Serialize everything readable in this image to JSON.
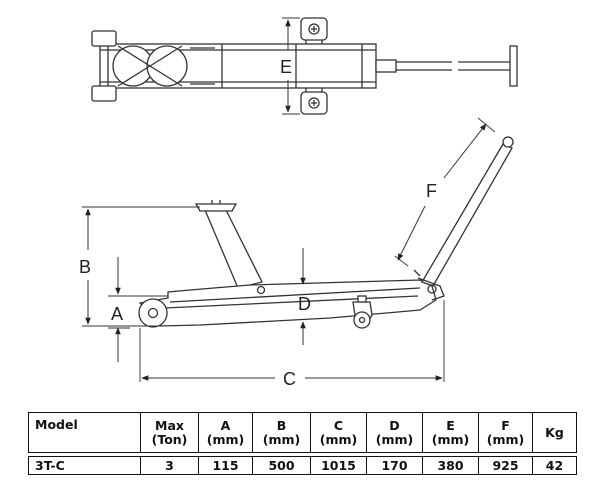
{
  "diagram": {
    "dimension_labels": {
      "a": "A",
      "b": "B",
      "c": "C",
      "d": "D",
      "e": "E",
      "f": "F"
    }
  },
  "specs_table": {
    "headers": [
      {
        "line1": "Model",
        "line2": ""
      },
      {
        "line1": "Max",
        "line2": "(Ton)"
      },
      {
        "line1": "A",
        "line2": "(mm)"
      },
      {
        "line1": "B",
        "line2": "(mm)"
      },
      {
        "line1": "C",
        "line2": "(mm)"
      },
      {
        "line1": "D",
        "line2": "(mm)"
      },
      {
        "line1": "E",
        "line2": "(mm)"
      },
      {
        "line1": "F",
        "line2": "(mm)"
      },
      {
        "line1": "Kg",
        "line2": ""
      }
    ],
    "rows": [
      [
        "3T-C",
        "3",
        "115",
        "500",
        "1015",
        "170",
        "380",
        "925",
        "42"
      ]
    ]
  }
}
